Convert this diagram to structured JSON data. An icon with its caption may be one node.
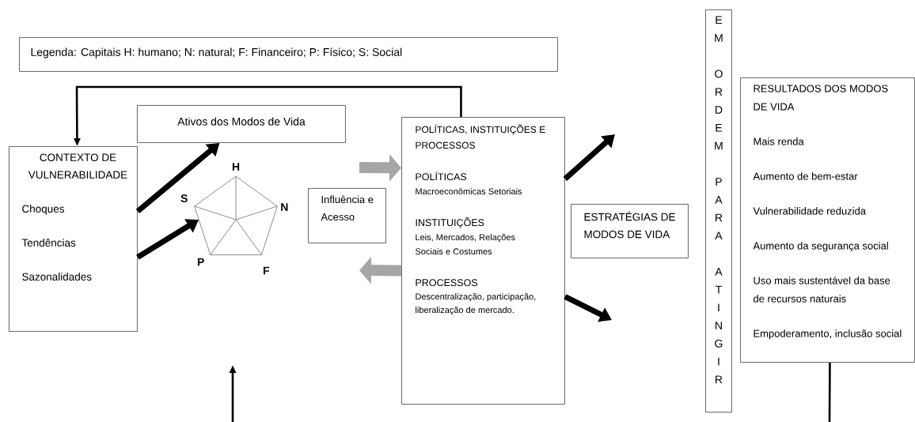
{
  "diagram": {
    "nodes": [
      {
        "text": [
          "Legenda:  Capitais  H: humano; N: natural; F: Financeiro; P: Físico; S: Social"
        ]
      },
      {
        "text": [
          "CONTEXTO DE VULNERABILIDADE",
          "Choques",
          "Tendências",
          "Sazonalidades"
        ]
      },
      {
        "text": [
          "Ativos dos Modos de Vida"
        ]
      },
      {
        "text": [],
        "shape": "pentagon",
        "beside": [
          "H",
          "N",
          "F",
          "P",
          "S"
        ]
      },
      {
        "text": [
          "Influência e Acesso"
        ]
      },
      {
        "text": [
          "POLÍTICAS, INSTITUIÇÕES E PROCESSOS",
          "POLÍTICAS",
          "Macroeconômicas Setoriais",
          "INSTITUIÇÕES",
          "Leis, Mercados, Relações Sociais e Costumes",
          "PROCESSOS",
          "Descentralização, participação, liberalização de mercado."
        ]
      },
      {
        "text": [
          "ESTRATÉGIAS DE MODOS DE VIDA"
        ]
      },
      {
        "text": [
          "EM ORDEM PARA ATINGIR"
        ]
      },
      {
        "text": [
          "RESULTADOS DOS MODOS DE VIDA",
          "Mais renda",
          "Aumento de bem-estar",
          "Vulnerabilidade reduzida",
          "Aumento da segurança social",
          "Uso mais sustentável da base de recursos naturais",
          "Empoderamento, inclusão social"
        ]
      }
    ],
    "edges": [
      {
        "from": 5,
        "to": 1,
        "arrow": "to"
      },
      {
        "from": 1,
        "to": 2,
        "arrow": "to"
      },
      {
        "from": 1,
        "to": 3,
        "arrow": "to"
      },
      {
        "from": null,
        "to": 5,
        "arrow": "to",
        "style": "thick",
        "color": "#a6a6a6"
      },
      {
        "from": 5,
        "to": null,
        "arrow": "to",
        "style": "thick",
        "color": "#a6a6a6"
      },
      {
        "from": 5,
        "to": null,
        "arrow": "to"
      },
      {
        "from": 5,
        "to": null,
        "arrow": "to"
      },
      {
        "from": 8,
        "to": null,
        "arrow": "none"
      }
    ]
  }
}
